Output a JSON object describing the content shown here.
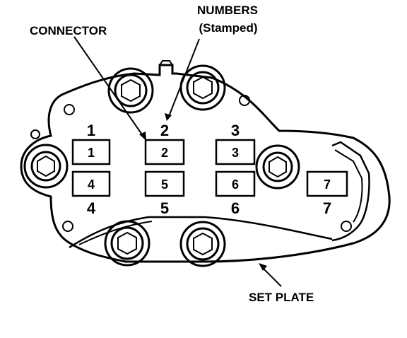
{
  "labels": {
    "connector": "CONNECTOR",
    "numbers_line1": "NUMBERS",
    "numbers_line2": "(Stamped)",
    "set_plate": "SET PLATE"
  },
  "connectors": [
    {
      "box": "1",
      "stamp": "1"
    },
    {
      "box": "2",
      "stamp": "2"
    },
    {
      "box": "3",
      "stamp": "3"
    },
    {
      "box": "4",
      "stamp": "4"
    },
    {
      "box": "5",
      "stamp": "5"
    },
    {
      "box": "6",
      "stamp": "6"
    },
    {
      "box": "7",
      "stamp": "7"
    }
  ],
  "colors": {
    "ink": "#000000",
    "background": "#ffffff"
  }
}
